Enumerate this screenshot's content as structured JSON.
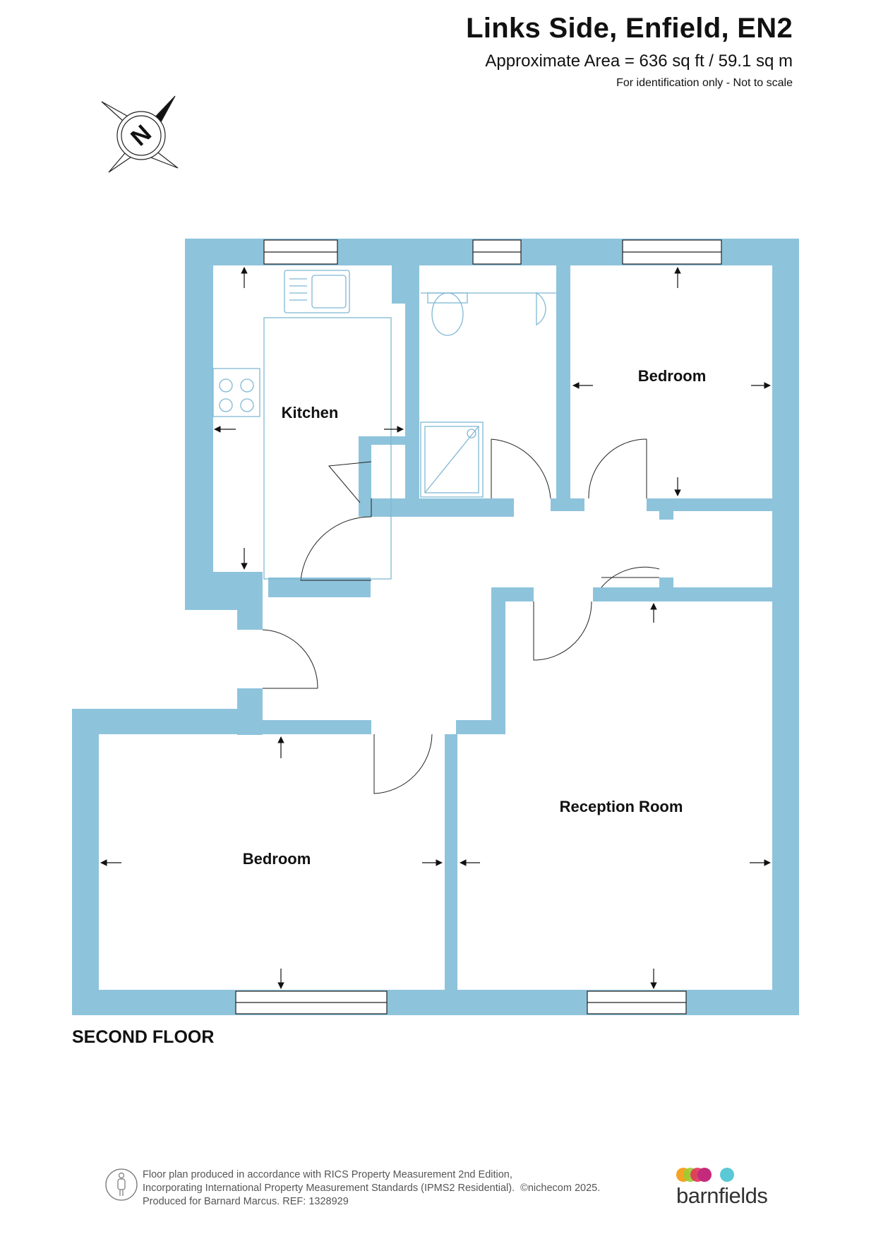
{
  "header": {
    "title": "Links Side, Enfield, EN2",
    "area": "Approximate Area = 636 sq ft / 59.1 sq m",
    "note": "For identification only - Not to scale"
  },
  "compass": {
    "letter": "N"
  },
  "rooms": {
    "kitchen": "Kitchen",
    "bedroom_top": "Bedroom",
    "bedroom_bottom": "Bedroom",
    "reception": "Reception Room"
  },
  "floor_label": "SECOND FLOOR",
  "footer": {
    "line1": "Floor plan produced in accordance with RICS Property Measurement 2nd Edition,",
    "line2": "Incorporating International Property Measurement Standards (IPMS2 Residential).",
    "copyright": "©nichecom 2025.",
    "line3": "Produced for Barnard Marcus.   REF:  1328929"
  },
  "logo": {
    "word": "barnfields"
  },
  "colors": {
    "wall": "#8ec3dc",
    "logo_dots": [
      "#f4a324",
      "#9acd32",
      "#e2335b",
      "#c42a7b",
      "#5bc8d6"
    ]
  }
}
